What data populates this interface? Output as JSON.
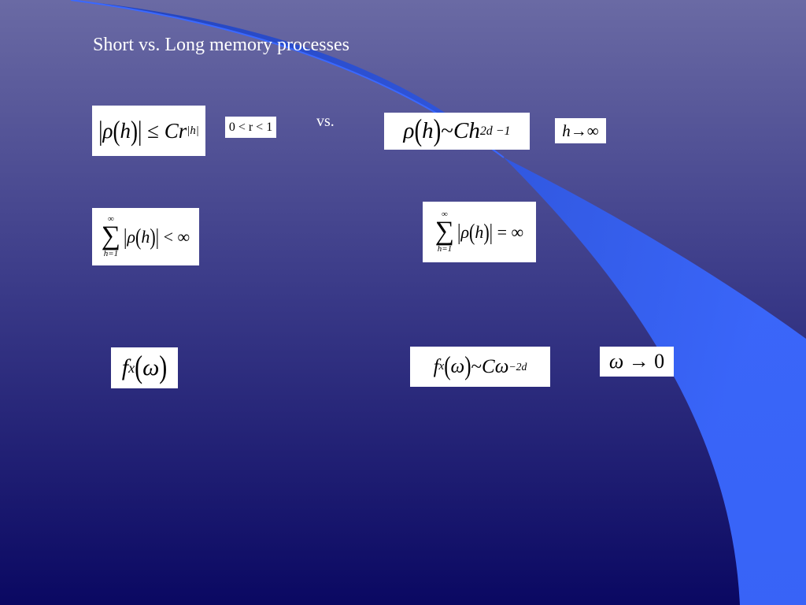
{
  "slide": {
    "title": "Short vs. Long memory processes",
    "vs_label": "vs.",
    "colors": {
      "background_top": "#6a6aa4",
      "background_bottom": "#0a0862",
      "swoosh": "#3a68ff",
      "text": "#ffffff",
      "formula_box": "#ffffff"
    }
  },
  "short_memory": {
    "autocorr": {
      "rho": "ρ",
      "h": "h",
      "rel": "≤",
      "C": "C",
      "r": "r",
      "exp": "|h|"
    },
    "condition": "0 < r < 1",
    "sum": {
      "upper": "∞",
      "lower": "h=1",
      "rho": "ρ",
      "h": "h",
      "rel": "<",
      "rhs": "∞"
    },
    "spectral": {
      "f": "f",
      "sub": "x",
      "omega": "ω"
    }
  },
  "long_memory": {
    "autocorr": {
      "rho": "ρ",
      "h": "h",
      "tilde": "~",
      "C": "C",
      "base": "h",
      "exp": "2d −1"
    },
    "limit": {
      "h": "h",
      "arrow": "→",
      "rhs": "∞"
    },
    "sum": {
      "upper": "∞",
      "lower": "h=1",
      "rho": "ρ",
      "h": "h",
      "rel": "=",
      "rhs": "∞"
    },
    "spectral": {
      "f": "f",
      "sub": "x",
      "omega": "ω",
      "tilde": "~",
      "C": "C",
      "base": "ω",
      "exp": "−2d"
    },
    "limit_omega": {
      "omega": "ω",
      "arrow": "→",
      "rhs": "0"
    }
  }
}
